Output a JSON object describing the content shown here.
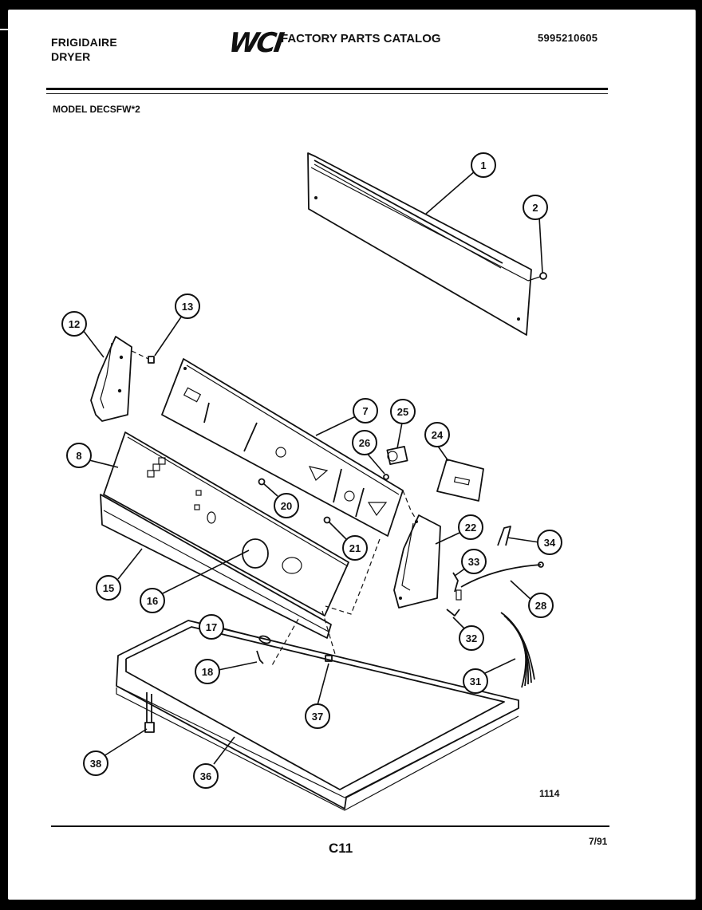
{
  "header": {
    "brand_line1": "FRIGIDAIRE",
    "brand_line2": "DRYER",
    "logo": "WCI",
    "catalog_title": "FACTORY PARTS CATALOG",
    "catalog_number": "5995210605"
  },
  "model": "MODEL DECSFW*2",
  "callouts": [
    {
      "id": "1",
      "label": "1"
    },
    {
      "id": "2",
      "label": "2"
    },
    {
      "id": "13",
      "label": "13"
    },
    {
      "id": "12",
      "label": "12"
    },
    {
      "id": "7",
      "label": "7"
    },
    {
      "id": "25",
      "label": "25"
    },
    {
      "id": "26",
      "label": "26"
    },
    {
      "id": "24",
      "label": "24"
    },
    {
      "id": "8",
      "label": "8"
    },
    {
      "id": "20",
      "label": "20"
    },
    {
      "id": "22",
      "label": "22"
    },
    {
      "id": "21",
      "label": "21"
    },
    {
      "id": "34",
      "label": "34"
    },
    {
      "id": "33",
      "label": "33"
    },
    {
      "id": "15",
      "label": "15"
    },
    {
      "id": "16",
      "label": "16"
    },
    {
      "id": "28",
      "label": "28"
    },
    {
      "id": "17",
      "label": "17"
    },
    {
      "id": "32",
      "label": "32"
    },
    {
      "id": "18",
      "label": "18"
    },
    {
      "id": "31",
      "label": "31"
    },
    {
      "id": "37",
      "label": "37"
    },
    {
      "id": "38",
      "label": "38"
    },
    {
      "id": "36",
      "label": "36"
    }
  ],
  "footer": {
    "figure_code": "1114",
    "page_label": "C11",
    "date": "7/91"
  }
}
